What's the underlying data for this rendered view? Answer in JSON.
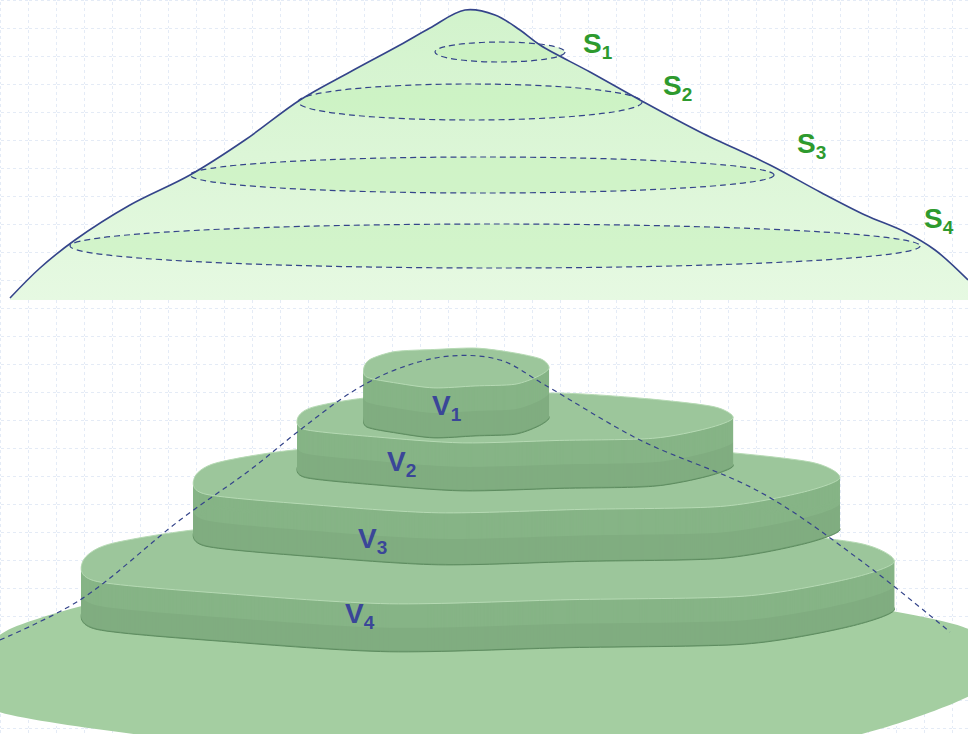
{
  "diagram": {
    "labels": [
      "S1",
      "S2",
      "S3",
      "S4",
      "V1",
      "V2",
      "V3",
      "V4"
    ]
  }
}
